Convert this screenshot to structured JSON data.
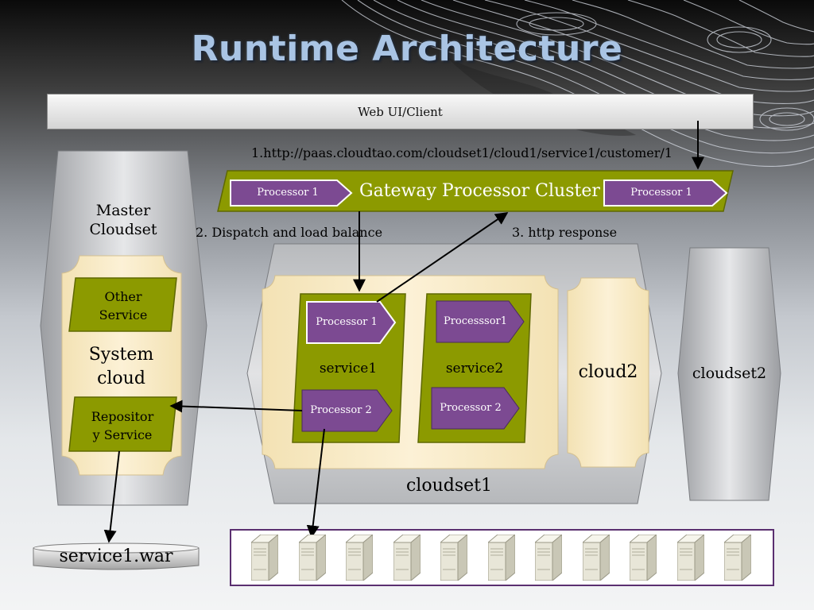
{
  "title": "Runtime Architecture",
  "web_ui": "Web UI/Client",
  "url_label": "1.http://paas.cloudtao.com/cloudset1/cloud1/service1/customer/1",
  "gateway": {
    "label": "Gateway Processor Cluster",
    "left_processor": "Processor 1",
    "right_processor": "Processor 1"
  },
  "dispatch_label": "2. Dispatch and load balance",
  "response_label": "3. http response",
  "master_cloudset": "Master\nCloudset",
  "system_cloud": "System\ncloud",
  "other_service": "Other\nService",
  "repository_service": "Repositor\ny Service",
  "service1": {
    "label": "service1",
    "processor_top": "Processor 1",
    "processor_bottom": "Processor 2"
  },
  "service2": {
    "label": "service2",
    "processor_top": "Processsor1",
    "processor_bottom": "Processor 2"
  },
  "cloud2": "cloud2",
  "cloudset1": "cloudset1",
  "cloudset2": "cloudset2",
  "war_label": "service1.war",
  "server_count": 11,
  "colors": {
    "olive": "#8c9a00",
    "purple": "#7c4a92",
    "cream": "#faeccc",
    "title": "#a9c4e4"
  }
}
